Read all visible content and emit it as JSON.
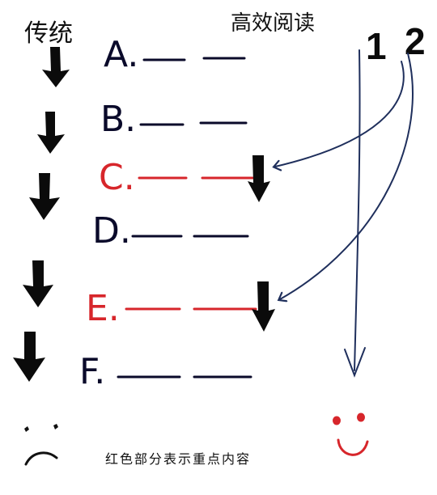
{
  "titles": {
    "left": "传统",
    "right": "高效阅读",
    "approach_1": "1",
    "approach_2": "2"
  },
  "rows": [
    {
      "label": "A.",
      "highlighted": false
    },
    {
      "label": "B.",
      "highlighted": false
    },
    {
      "label": "C.",
      "highlighted": true
    },
    {
      "label": "D.",
      "highlighted": false
    },
    {
      "label": "E.",
      "highlighted": true
    },
    {
      "label": "F.",
      "highlighted": false
    }
  ],
  "legend": "红色部分表示重点内容",
  "colors": {
    "ink": "#0a0a2a",
    "highlight": "#d7262b",
    "arrow_line": "#1f2f5c",
    "down_arrow": "#0b0b0b"
  },
  "icons": {
    "traditional_result": "sad-face-icon",
    "efficient_result": "smiley-face-icon"
  }
}
